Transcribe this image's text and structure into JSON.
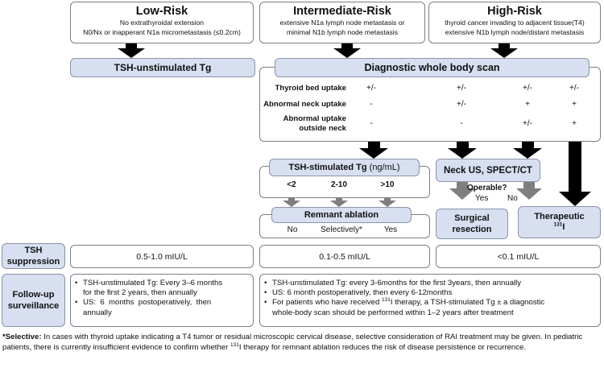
{
  "risk": {
    "low": {
      "title": "Low-Risk",
      "lines": [
        "No extrathyroidal extension",
        "N0/Nx or inapperant N1a micrometastasis (≤0.2cm)"
      ]
    },
    "intermediate": {
      "title": "Intermediate-Risk",
      "lines": [
        "extensive N1a lymph node metastasis or",
        "minimal N1b lymph node metastasis"
      ]
    },
    "high": {
      "title": "High-Risk",
      "lines": [
        "thyroid cancer invading to adjacent tissue(T4)",
        "extensive N1b lymph node/distant metastasis"
      ]
    }
  },
  "tsh_unstim": "TSH-unstimulated Tg",
  "dwbs": {
    "title": "Diagnostic whole body scan",
    "rows": [
      {
        "label": "Thyroid bed uptake",
        "values": [
          "+/-",
          "+/-",
          "+/-",
          "+/-"
        ]
      },
      {
        "label": "Abnormal neck uptake",
        "values": [
          "-",
          "+/-",
          "+",
          "+"
        ]
      },
      {
        "label_lines": [
          "Abnormal uptake",
          "outside neck"
        ],
        "values": [
          "-",
          "-",
          "+/-",
          "+"
        ]
      }
    ]
  },
  "tsh_stim": {
    "title": "TSH-stimulated Tg",
    "unit": "(ng/mL)",
    "levels": [
      "<2",
      "2-10",
      ">10"
    ]
  },
  "neck_us": "Neck US, SPECT/CT",
  "operable": {
    "question": "Operable?",
    "yes": "Yes",
    "no": "No"
  },
  "remnant": {
    "title": "Remnant ablation",
    "options": [
      "No",
      "Selectively*",
      "Yes"
    ]
  },
  "surgical": [
    "Surgical",
    "resection"
  ],
  "therapeutic": {
    "title": "Therapeutic",
    "isotope_mass": "131",
    "isotope": "I"
  },
  "suppression": {
    "label_lines": [
      "TSH",
      "suppression"
    ],
    "low": "0.5-1.0 mIU/L",
    "intermediate": "0.1-0.5 mIU/L",
    "high": "<0.1 mIU/L"
  },
  "followup": {
    "label_lines": [
      "Follow-up",
      "surveillance"
    ],
    "low_items": [
      [
        "TSH-unstimulated Tg: Every 3–6 months",
        "for the first 2 years, then annually"
      ],
      [
        "US:  6  months  postoperatively,  then",
        "annually"
      ]
    ],
    "high_items": [
      "TSH-unstimulated Tg: every 3-6months for the first 3years, then annually",
      "US: 6 month postoperatively, then every 6-12months"
    ],
    "rai_pre": "For patients who have received ",
    "rai_mass": "131",
    "rai_post": "I therapy, a TSH-stimulated Tg ± a diagnostic",
    "rai_line2": "whole-body scan should be performed within 1–2 years after treatment"
  },
  "footnote": {
    "lead": "*Selective:",
    "part1": " In cases with thyroid uptake indicating a T4 tumor or residual microscopic cervical disease, selective consideration of RAI treatment may be given. In pediatric patients, there is currently insufficient evidence to confirm whether ",
    "mass": "131",
    "part2": "I therapy for remnant ablation reduces the risk of disease persistence or recurrence."
  },
  "colors": {
    "header_fill": "#d7dff0",
    "arrow_black": "#000000",
    "arrow_gray": "#7f7f7f",
    "border": "#7a7f87"
  }
}
